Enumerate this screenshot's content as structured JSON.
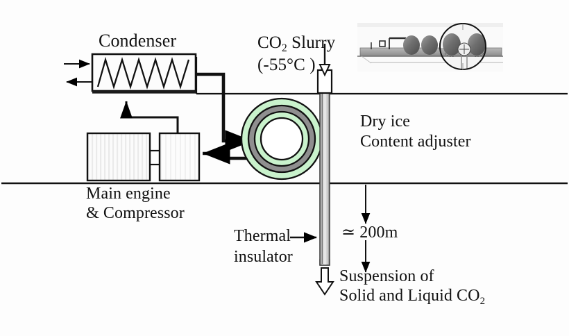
{
  "diagram": {
    "title": "Shipboard CO2 slurry disposal system schematic",
    "labels": {
      "condenser": "Condenser",
      "slurry_line1": "CO",
      "slurry_sub": "2",
      "slurry_line1b": " Slurry",
      "slurry_line2": "(-55°C )",
      "dry_ice_line1": "Dry ice",
      "dry_ice_line2": "Content adjuster",
      "main_engine_line1": "Main engine",
      "main_engine_line2": "& Compressor",
      "thermal_line1": "Thermal",
      "thermal_line2": "insulator",
      "depth": "≃ 200m",
      "suspension_line1": "Suspension of",
      "suspension_line2a": "Solid and Liquid CO",
      "suspension_sub": "2"
    },
    "components": {
      "condenser_box": "condenser-heat-exchanger",
      "engine_box": "main-engine-block",
      "compressor_box": "compressor-block",
      "adjuster_coil": "dry-ice-content-adjuster-coil",
      "riser_pipe": "thermal-insulated-discharge-pipe",
      "valve": "pipe-inlet-valve",
      "inset_photo": "ship-cutaway-inset-photo"
    },
    "colors": {
      "coil_green": "#c9f2cc",
      "coil_gray": "#8f8f8f",
      "line": "#000000",
      "deck": "#111111",
      "pipe_fill": "#bdbdbd",
      "inset_gray": "#8c8c8c"
    },
    "flows": {
      "condenser_in": "coolant-inlet-arrow",
      "condenser_out": "coolant-outlet-arrow",
      "compressor_to_condenser": "compressed-gas-up-arrow",
      "condenser_to_adjuster": "liquid-co2-to-adjuster-arrow",
      "adjuster_to_compressor": "return-vapour-to-compressor-arrow",
      "slurry_down": "slurry-inlet-down-arrow",
      "discharge_down": "discharge-down-arrow",
      "depth_dimension": "depth-dimension-arrow"
    }
  }
}
